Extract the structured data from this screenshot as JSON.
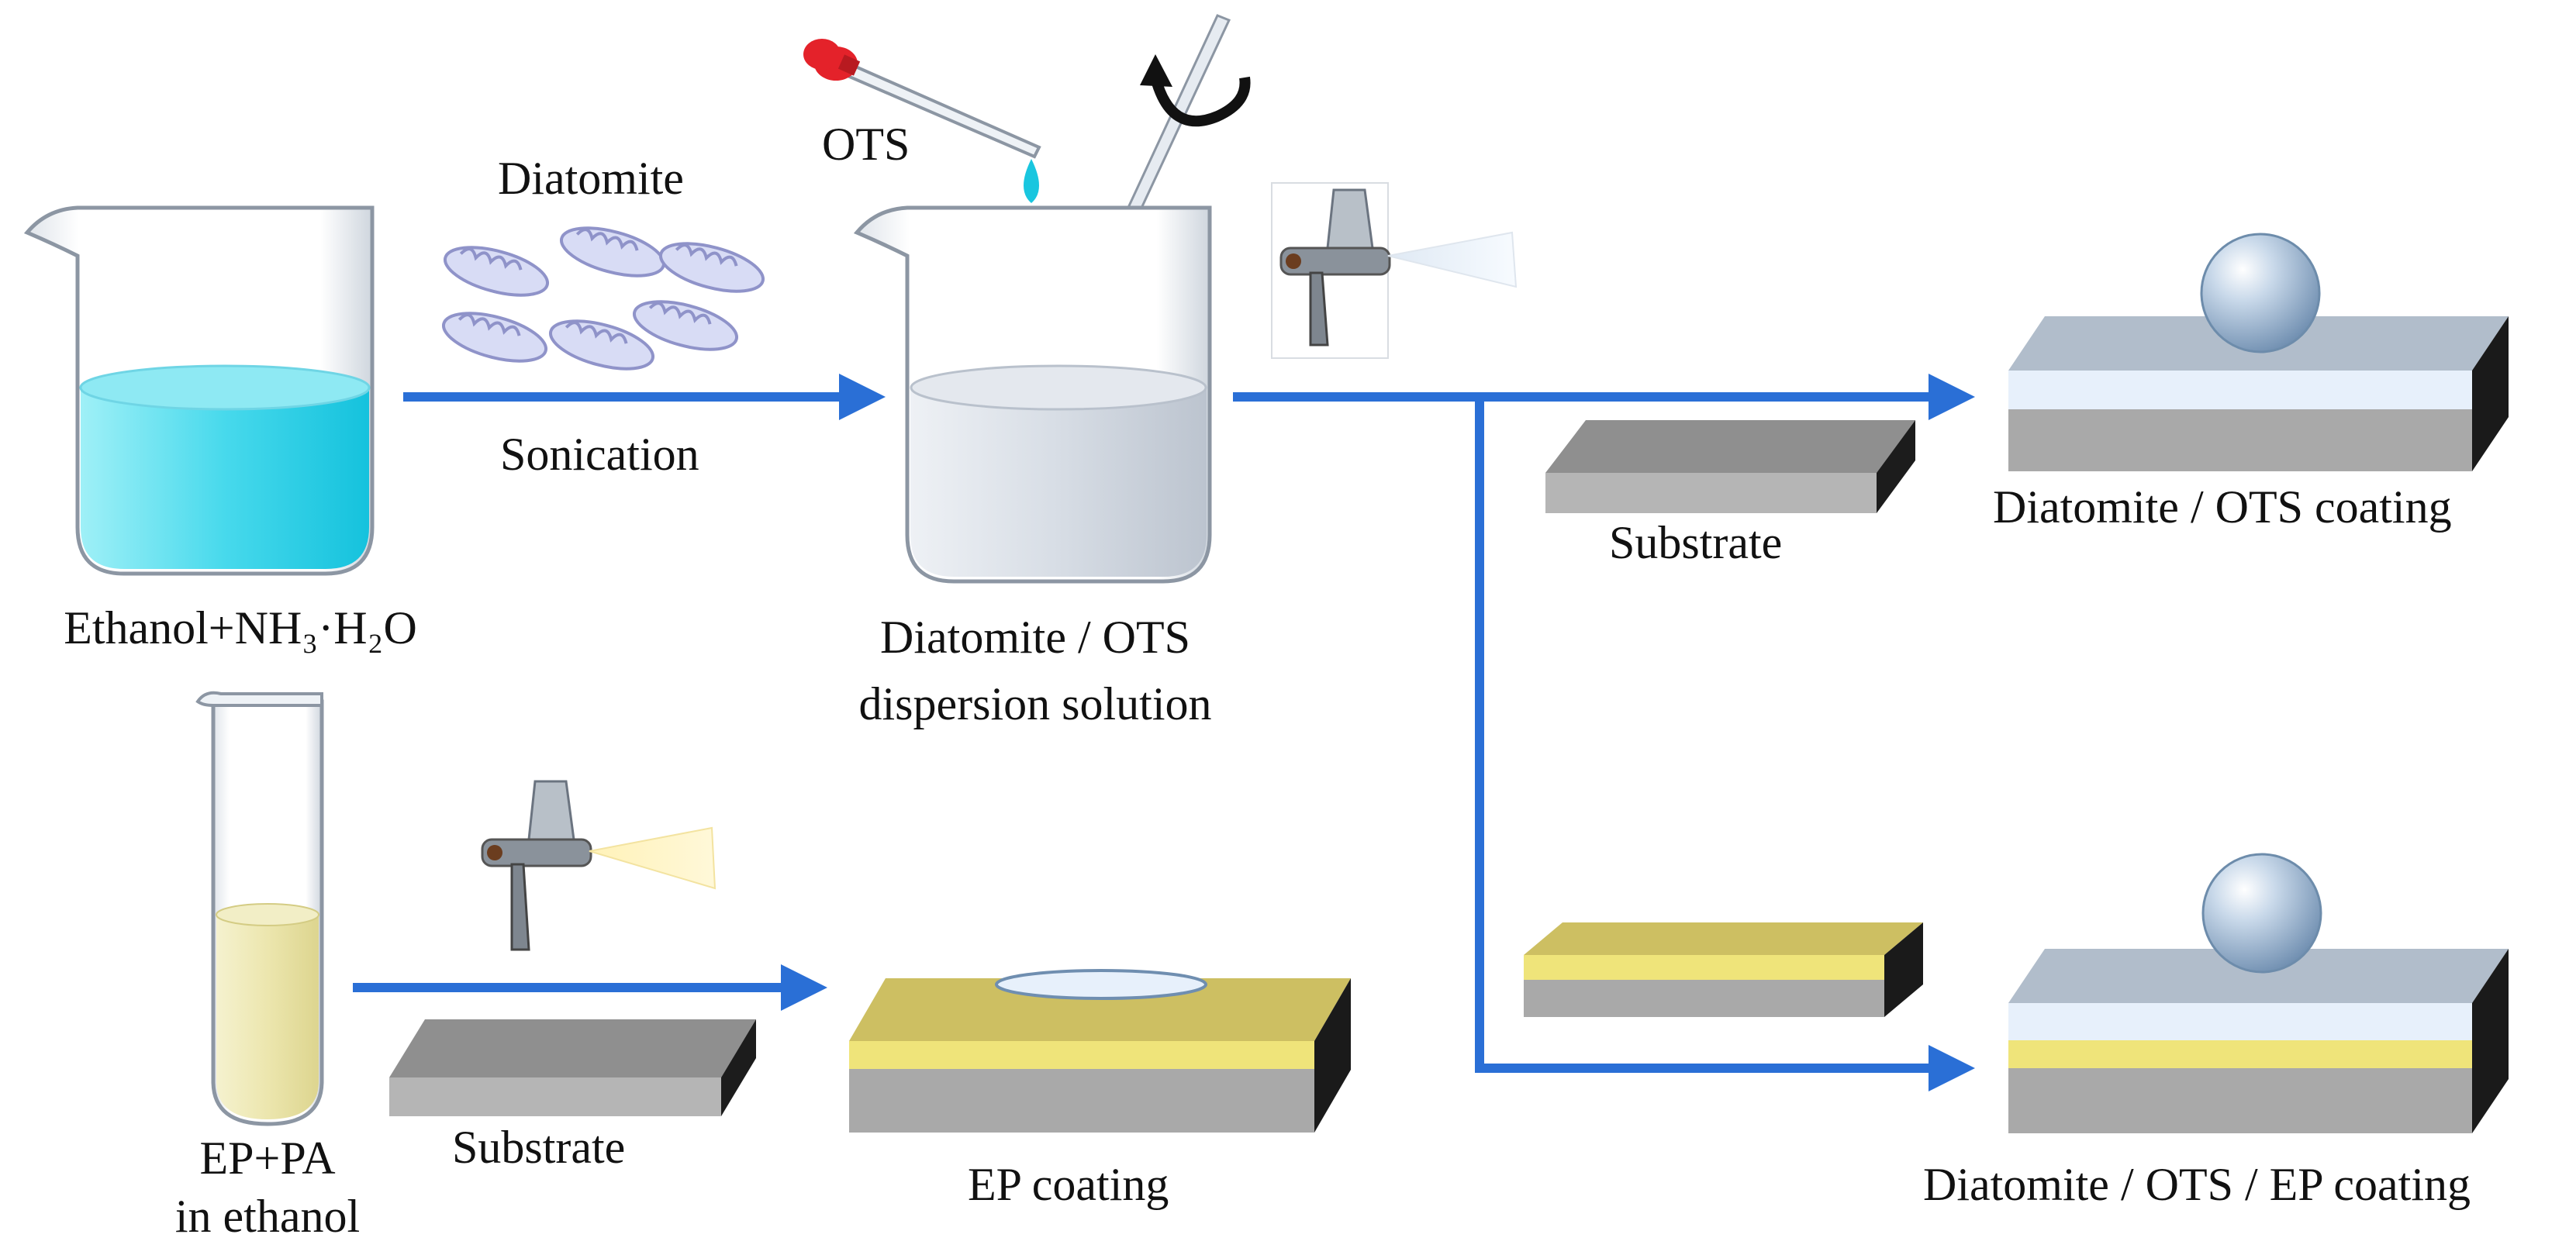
{
  "labels": {
    "diatomite": "Diatomite",
    "ots": "OTS",
    "sonication": "Sonication",
    "beaker1": "Ethanol+NH₃·H₂O",
    "beaker2_line1": "Diatomite / OTS",
    "beaker2_line2": "dispersion solution",
    "substrate_top": "Substrate",
    "coating_top": "Diatomite / OTS coating",
    "tube_line1": "EP+PA",
    "tube_line2": "in ethanol",
    "substrate_bottom": "Substrate",
    "ep_coating": "EP coating",
    "coating_bottom": "Diatomite / OTS / EP coating"
  },
  "colors": {
    "arrow": "#2a6fd6",
    "liquid_blue": "#3fd2e6",
    "liquid_clear": "#c9d3df",
    "liquid_yellow": "#ece7b0",
    "ep_layer": "#efe47a",
    "ots_layer": "#e7f0fb",
    "substrate": "#a9a9a9",
    "dropper_bulb": "#e4222a",
    "droplet": "#19c6df"
  },
  "icons": [
    "beaker-icon",
    "test-tube-icon",
    "spray-gun-icon",
    "dropper-icon",
    "stir-rod-icon",
    "rotation-arrow-icon",
    "diatomite-particle-icon",
    "water-droplet-icon",
    "substrate-block-icon"
  ]
}
